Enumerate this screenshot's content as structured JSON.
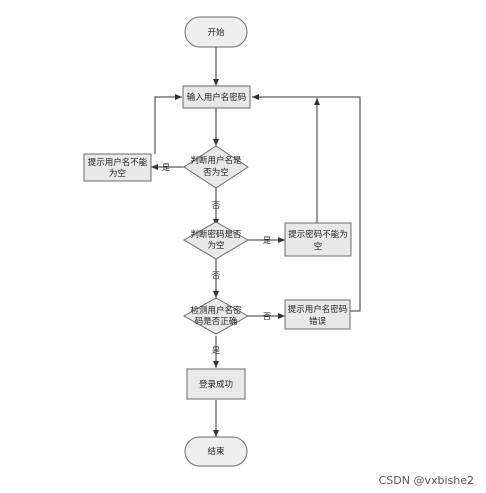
{
  "diagram": {
    "nodes": {
      "start": "开始",
      "input": "输入用户名密码",
      "check_user_empty": [
        "判断用户名是",
        "否为空"
      ],
      "tip_user_empty": [
        "提示用户名不能",
        "为空"
      ],
      "check_pwd_empty": [
        "判断密码是否",
        "为空"
      ],
      "tip_pwd_empty": [
        "提示密码不能为",
        "空"
      ],
      "check_correct": [
        "检测用户名密",
        "码是否正确"
      ],
      "tip_wrong": [
        "提示用户名密码",
        "错误"
      ],
      "success": "登录成功",
      "end": "结束"
    },
    "edge_labels": {
      "yes": "是",
      "no": "否"
    }
  },
  "watermark": "CSDN @vxbishe2",
  "colors": {
    "box_fill": "#e8e8e8",
    "terminal_fill": "#efefef",
    "stroke": "#6b6b6b",
    "line": "#333333"
  }
}
